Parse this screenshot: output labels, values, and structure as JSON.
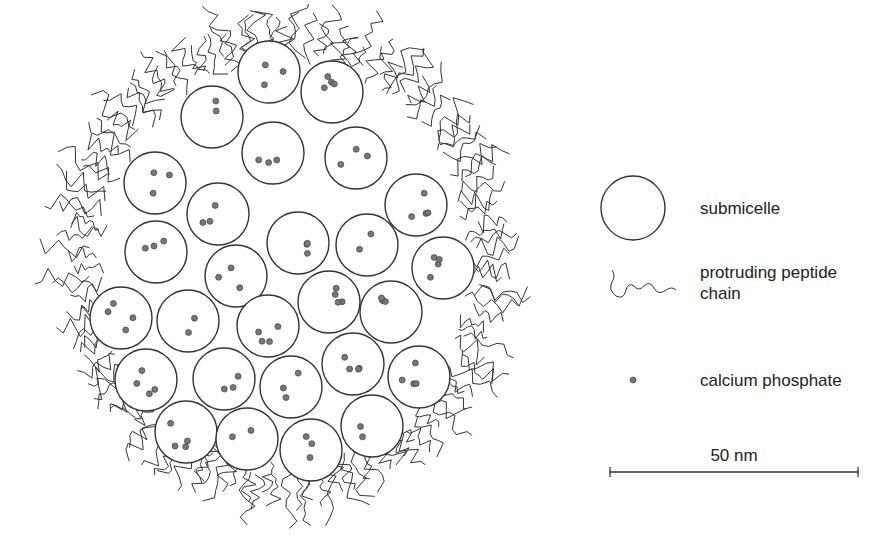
{
  "diagram": {
    "labels": [
      "50 nm"
    ],
    "legend": [
      {
        "text": "submicelle"
      },
      {
        "text": "protruding peptide chain"
      },
      {
        "text": "calcium phosphate"
      }
    ]
  }
}
